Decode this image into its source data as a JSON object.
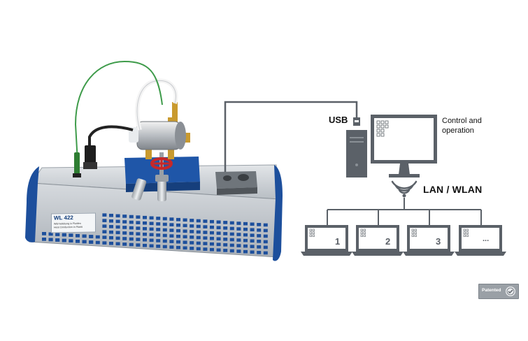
{
  "device": {
    "model": "WL 422",
    "plate_line_1": "Wärmeleitung in Fluiden",
    "plate_line_2": "Heat Conduction in Fluids"
  },
  "connection": {
    "usb_label": "USB",
    "network_label": "LAN / WLAN"
  },
  "computer": {
    "caption_line_1": "Control and",
    "caption_line_2": "operation"
  },
  "clients": [
    {
      "label": "1"
    },
    {
      "label": "2"
    },
    {
      "label": "3"
    },
    {
      "label": "..."
    }
  ],
  "badge": {
    "text": "Patented"
  },
  "colors": {
    "accent_blue": "#1d4f9c",
    "device_gray": "#c9ced4",
    "diagram_gray": "#5b6168",
    "wire_green": "#3e9b4a",
    "brass": "#c99a2e",
    "valve_red": "#c62828"
  }
}
